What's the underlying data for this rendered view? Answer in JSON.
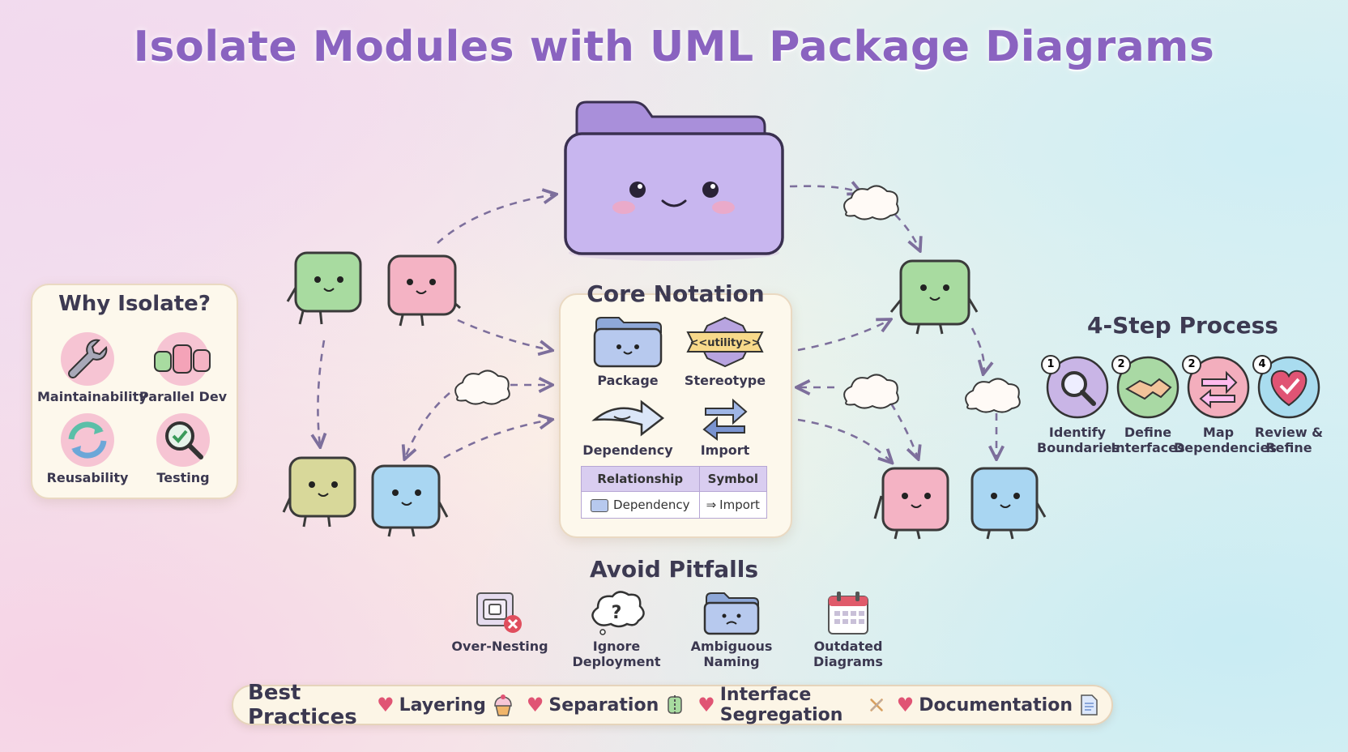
{
  "title": "Isolate Modules with UML Package Diagrams",
  "why_isolate": {
    "title": "Why Isolate?",
    "items": [
      {
        "label": "Maintainability",
        "icon": "wrench-icon"
      },
      {
        "label": "Parallel Dev",
        "icon": "team-icon"
      },
      {
        "label": "Reusability",
        "icon": "cycle-arrows-icon"
      },
      {
        "label": "Testing",
        "icon": "magnifier-check-icon"
      }
    ]
  },
  "core_notation": {
    "title": "Core Notation",
    "items": [
      {
        "label": "Package",
        "icon": "package-folder-icon"
      },
      {
        "label": "Stereotype",
        "icon": "stereotype-badge-icon",
        "badge_text": "<<utility>>"
      },
      {
        "label": "Dependency",
        "icon": "dependency-arrow-icon"
      },
      {
        "label": "Import",
        "icon": "import-arrows-icon"
      }
    ],
    "table": {
      "headers": [
        "Relationship",
        "Symbol"
      ],
      "rows": [
        [
          "Dependency",
          "Import"
        ]
      ]
    }
  },
  "process": {
    "title": "4-Step Process",
    "steps": [
      {
        "number": "1",
        "label": "Identify Boundaries",
        "color": "#c9b5e6",
        "icon": "search-icon"
      },
      {
        "number": "2",
        "label": "Define Interfaces",
        "color": "#a9d9a4",
        "icon": "handshake-icon"
      },
      {
        "number": "2",
        "label": "Map Dependencies",
        "color": "#f3aebd",
        "icon": "swap-arrows-icon"
      },
      {
        "number": "4",
        "label": "Review & Refine",
        "color": "#a9dcef",
        "icon": "heart-check-icon"
      }
    ]
  },
  "pitfalls": {
    "title": "Avoid Pitfalls",
    "items": [
      {
        "label": "Over-Nesting",
        "icon": "nested-boxes-icon"
      },
      {
        "label": "Ignore Deployment",
        "icon": "question-cloud-icon"
      },
      {
        "label": "Ambiguous Naming",
        "icon": "sad-folder-icon"
      },
      {
        "label": "Outdated Diagrams",
        "icon": "calendar-icon"
      }
    ]
  },
  "best_practices": {
    "title": "Best Practices",
    "items": [
      {
        "label": "Layering",
        "icon": "cupcake-icon"
      },
      {
        "label": "Separation",
        "icon": "separation-icon"
      },
      {
        "label": "Interface Segregation",
        "icon": "crossed-swords-icon"
      },
      {
        "label": "Documentation",
        "icon": "document-icon"
      }
    ]
  },
  "colors": {
    "title": "#8a63c0",
    "folder": "#c8b6ef",
    "green_block": "#a8dba0",
    "pink_block": "#f4b3c4",
    "blue_block": "#a9d6f2",
    "yellow_block": "#d8d89a",
    "arrow": "#7d6f9c",
    "heart": "#e05474"
  }
}
